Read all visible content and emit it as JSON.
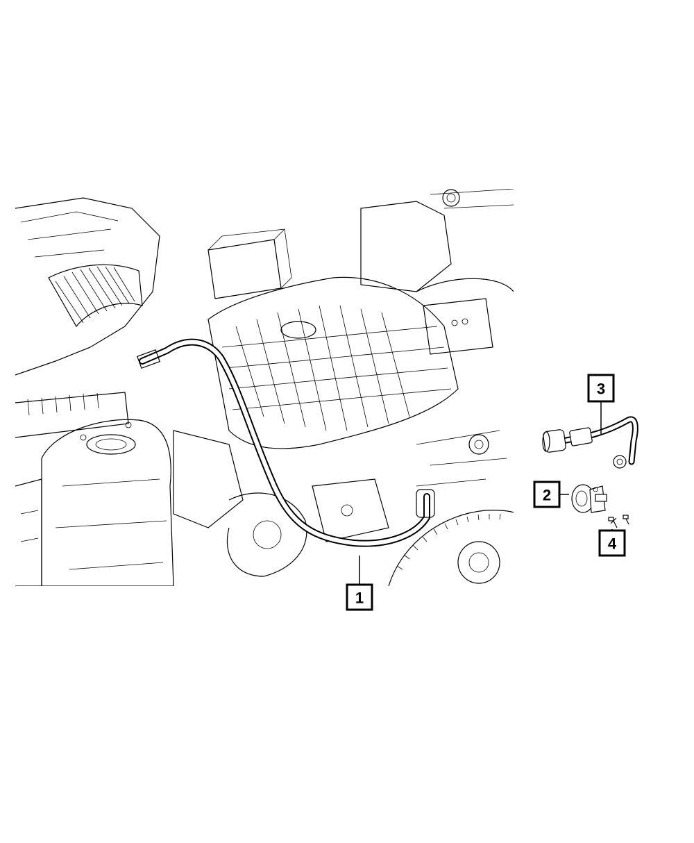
{
  "callouts": [
    {
      "id": "1",
      "label": "1"
    },
    {
      "id": "2",
      "label": "2"
    },
    {
      "id": "3",
      "label": "3"
    },
    {
      "id": "4",
      "label": "4"
    }
  ],
  "colors": {
    "ink": "#000000",
    "background": "#ffffff"
  },
  "parts": [
    {
      "callout": "1",
      "icon": "hose-icon"
    },
    {
      "callout": "2",
      "icon": "valve-icon"
    },
    {
      "callout": "3",
      "icon": "hose-assembly-icon"
    },
    {
      "callout": "4",
      "icon": "screw-icon"
    }
  ]
}
